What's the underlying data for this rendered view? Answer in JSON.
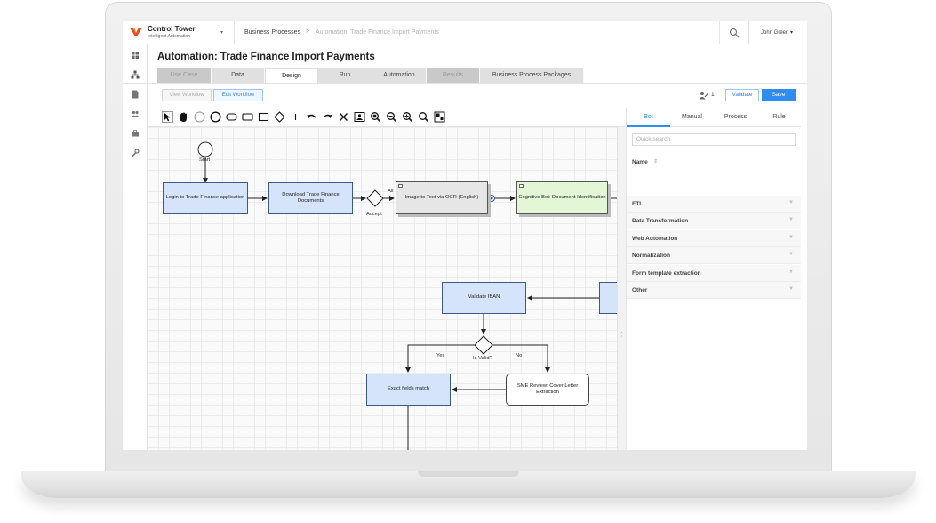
{
  "brand": {
    "title": "Control Tower",
    "subtitle": "Intelligent Automation",
    "accent": "#e8491d"
  },
  "breadcrumb": {
    "root": "Business Processes",
    "current": "Automation: Trade Finance Import Payments"
  },
  "user": {
    "name": "John Green"
  },
  "page": {
    "title": "Automation: Trade Finance Import Payments"
  },
  "tabs": [
    "Use Case",
    "Data",
    "Design",
    "Run",
    "Automation",
    "Results",
    "Business Process Packages"
  ],
  "workflow_toggle": {
    "view": "View Workflow",
    "edit": "Edit Workflow"
  },
  "actions": {
    "edit_count": "1",
    "validate": "Validate",
    "save": "Save"
  },
  "diagram": {
    "start": "Start",
    "login": "Login to Trade Finance application",
    "download": "Download Trade Finance Documents",
    "accept": "Accept",
    "all": "All",
    "ocr": "Image to Text via OCR (English)",
    "cognitive": "Cognitive Bot: Document Identification",
    "validate_iban": "Validate IBAN",
    "is_valid": "Is Valid?",
    "yes": "Yes",
    "no": "No",
    "exact_match": "Exact fields match",
    "sme_review": "SME Review: Cover Letter Extraction"
  },
  "panel": {
    "tabs": [
      "Bot",
      "Manual",
      "Process",
      "Rule"
    ],
    "search_placeholder": "Quick search",
    "name_header": "Name",
    "categories": [
      "ETL",
      "Data Transformation",
      "Web Automation",
      "Normalization",
      "Form template extraction",
      "Other"
    ]
  }
}
